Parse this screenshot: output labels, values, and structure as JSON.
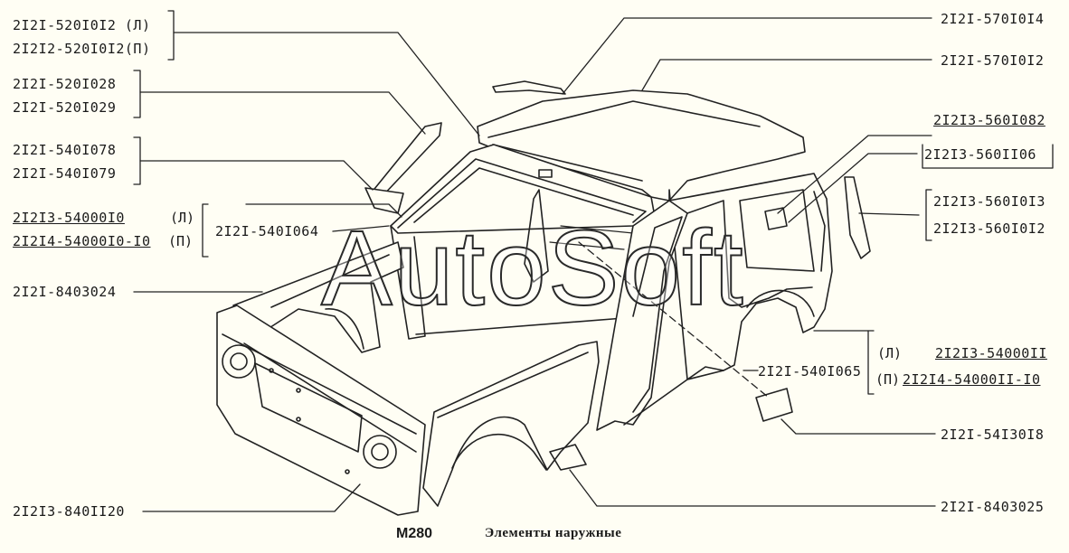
{
  "labels": {
    "l1a": "2I2I-520I0I2 (Л)",
    "l1b": "2I2I2-520I0I2(П)",
    "l2a": "2I2I-520I028",
    "l2b": "2I2I-520I029",
    "l3a": "2I2I-540I078",
    "l3b": "2I2I-540I079",
    "l4a": "2I2I3-54000I0",
    "l4a_side": "(Л)",
    "l4b": "2I2I4-54000I0-I0",
    "l4b_side": "(П)",
    "l5": "2I2I-540I064",
    "l6": "2I2I-8403024",
    "l7": "2I2I3-840II20",
    "r1": "2I2I-570I0I4",
    "r2": "2I2I-570I0I2",
    "r3": "2I2I3-560I082",
    "r4": "2I2I3-560II06",
    "r5a": "2I2I3-560I0I3",
    "r5b": "2I2I3-560I0I2",
    "r6_side_a": "(Л)",
    "r6a": "2I2I3-54000II",
    "r6_side_b": "(П)",
    "r6b": "2I2I4-54000II-I0",
    "r7": "2I2I-540I065",
    "r8": "2I2I-54I30I8",
    "r9": "2I2I-8403025"
  },
  "watermark": "AutoSoft",
  "caption": {
    "code": "M280",
    "title": "Элементы наружные"
  }
}
